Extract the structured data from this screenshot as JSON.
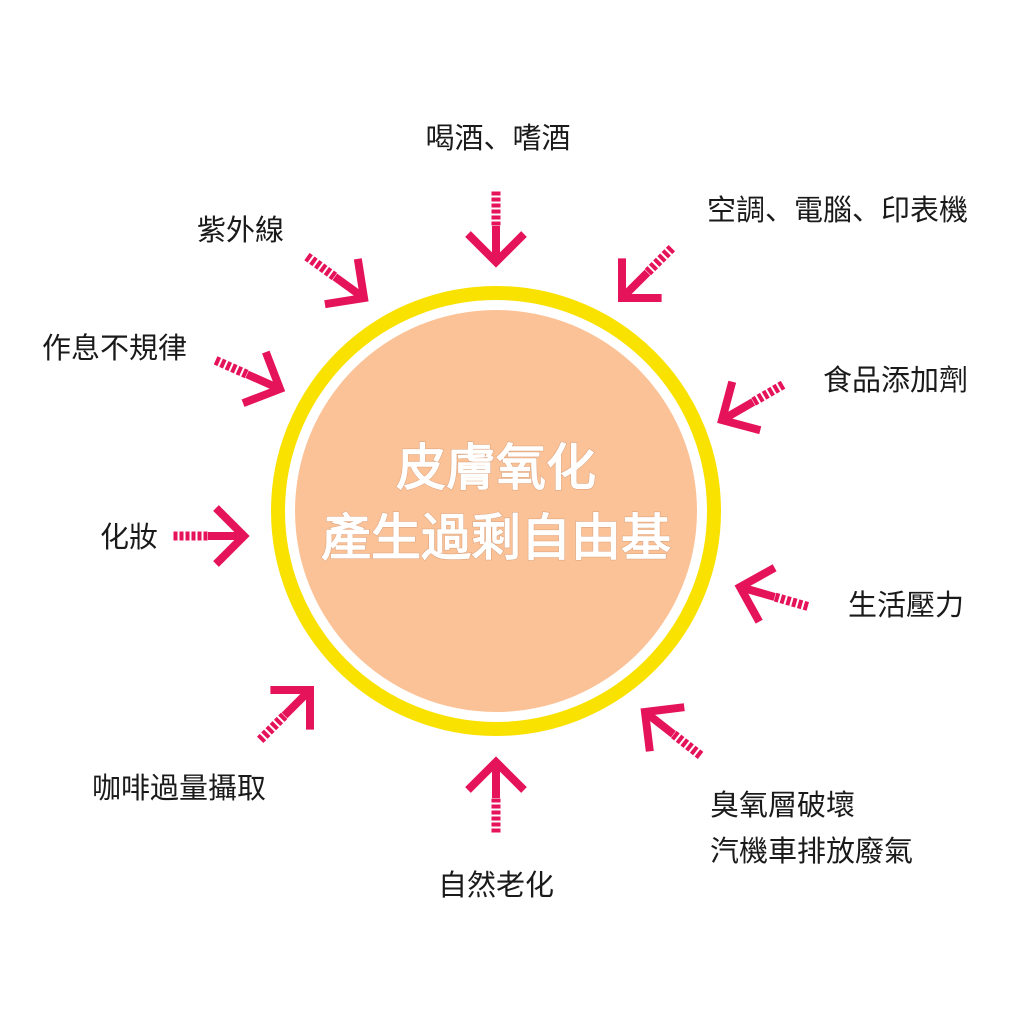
{
  "colors": {
    "ring": "#f9e100",
    "core": "#fcc297",
    "arrow": "#e5135a"
  },
  "center": {
    "line1": "皮膚氧化",
    "line2": "產生過剩自由基"
  },
  "factors": [
    {
      "id": "drinking",
      "lines": [
        "喝酒、嗜酒"
      ]
    },
    {
      "id": "appliances",
      "lines": [
        "空調、電腦、印表機"
      ]
    },
    {
      "id": "additives",
      "lines": [
        "食品添加劑"
      ]
    },
    {
      "id": "stress",
      "lines": [
        "生活壓力"
      ]
    },
    {
      "id": "ozone",
      "lines": [
        "臭氧層破壞",
        "汽機車排放廢氣"
      ]
    },
    {
      "id": "aging",
      "lines": [
        "自然老化"
      ]
    },
    {
      "id": "coffee",
      "lines": [
        "咖啡過量攝取"
      ]
    },
    {
      "id": "makeup",
      "lines": [
        "化妝"
      ]
    },
    {
      "id": "sleep",
      "lines": [
        "作息不規律"
      ]
    },
    {
      "id": "uv",
      "lines": [
        "紫外線"
      ]
    }
  ]
}
